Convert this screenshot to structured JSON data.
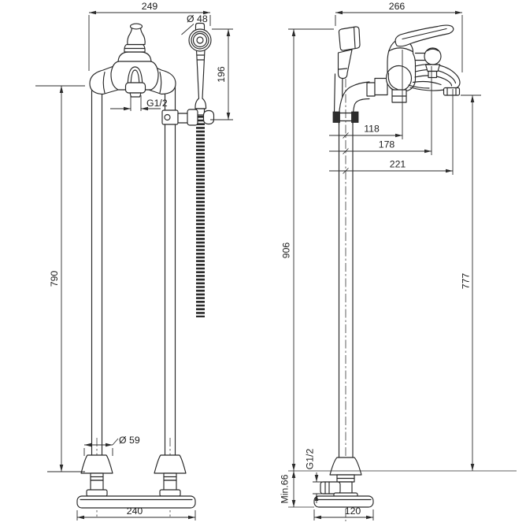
{
  "drawing": {
    "front": {
      "overall_width": "249",
      "handshower_diameter": "Ø 48",
      "handshower_length": "196",
      "outlet_thread": "G1/2",
      "column_height": "790",
      "escutcheon_diameter": "Ø 59",
      "base_plate_width": "240"
    },
    "side": {
      "overall_depth": "266",
      "center_to_cartridge": "118",
      "center_to_diverter": "178",
      "center_to_spout_outlet": "221",
      "height_to_top": "906",
      "height_to_spout": "777",
      "inlet_thread": "G1/2",
      "min_clearance": "Min.66",
      "base_plate_depth": "120"
    }
  }
}
